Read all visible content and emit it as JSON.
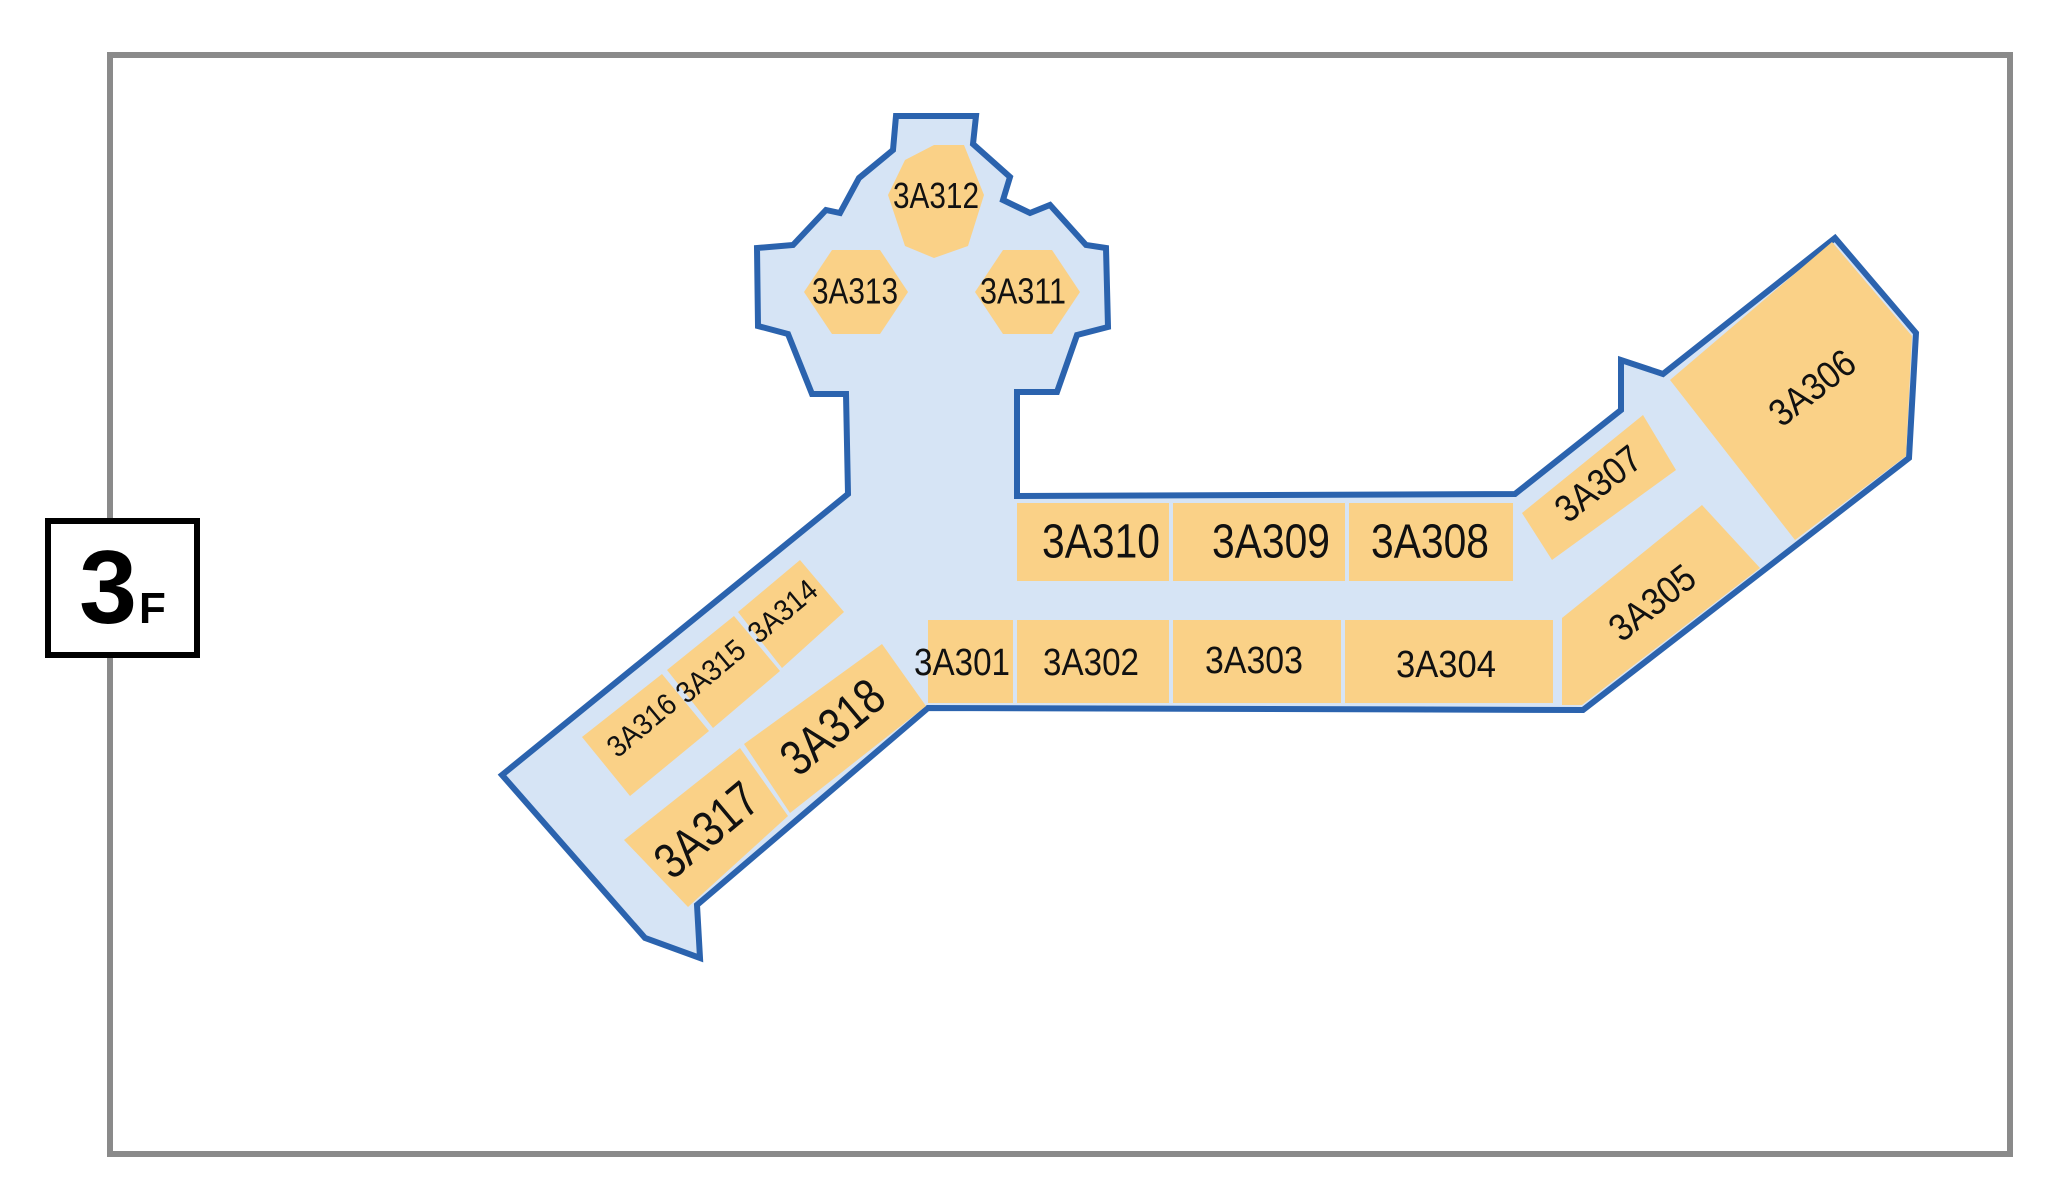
{
  "floor": {
    "number": "3",
    "suffix": "F"
  },
  "colors": {
    "corridor": "#d6e4f5",
    "outline": "#2b63ae",
    "room": "#fad187",
    "frame": "#8a8a8a"
  },
  "rooms": {
    "r301": "3A301",
    "r302": "3A302",
    "r303": "3A303",
    "r304": "3A304",
    "r305": "3A305",
    "r306": "3A306",
    "r307": "3A307",
    "r308": "3A308",
    "r309": "3A309",
    "r310": "3A310",
    "r311": "3A311",
    "r312": "3A312",
    "r313": "3A313",
    "r314": "3A314",
    "r315": "3A315",
    "r316": "3A316",
    "r317": "3A317",
    "r318": "3A318"
  }
}
